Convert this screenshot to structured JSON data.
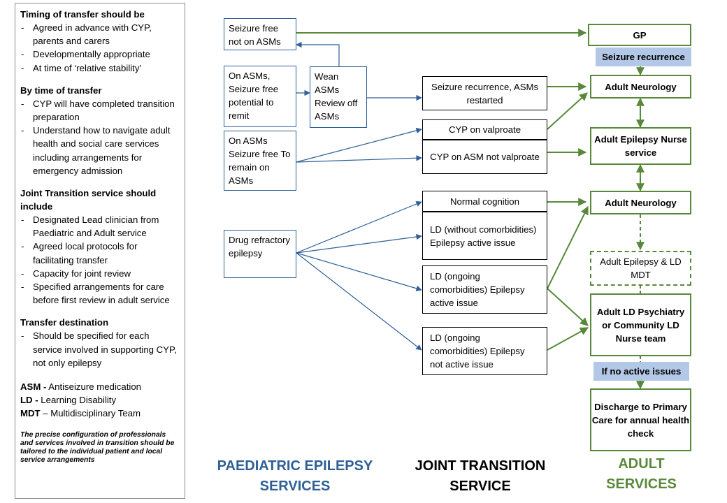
{
  "sidebar": {
    "timing": {
      "heading": "Timing of transfer should be",
      "items": [
        "Agreed in advance with CYP, parents and carers",
        "Developmentally appropriate",
        "At time of ‘relative stability’"
      ]
    },
    "by_time": {
      "heading": "By time of transfer",
      "items": [
        "CYP will have completed transition preparation",
        "Understand how to navigate adult health and social care services including arrangements for emergency admission"
      ]
    },
    "joint": {
      "heading": "Joint Transition service should include",
      "items": [
        "Designated Lead clinician from Paediatric and Adult service",
        "Agreed local protocols for facilitating transfer",
        "Capacity for joint review",
        "Specified arrangements for care before first review in adult service"
      ]
    },
    "destination": {
      "heading": "Transfer destination",
      "items": [
        "Should be specified for each service involved in supporting CYP, not only epilepsy"
      ]
    },
    "definitions": [
      {
        "abbr": "ASM -",
        "text": " Antiseizure medication"
      },
      {
        "abbr": "LD -",
        "text": " Learning Disability"
      },
      {
        "abbr": "MDT",
        "text": " – Multidisciplinary Team"
      }
    ],
    "note": "The precise configuration of professionals and services involved in transition should be tailored to the individual patient and local service arrangements"
  },
  "paediatric": {
    "seizure_free": "Seizure free not on ASMs",
    "potential_remit": "On ASMs, Seizure free potential to remit",
    "wean": "Wean ASMs Review off ASMs",
    "remain": "On ASMs Seizure free To remain on ASMs",
    "refractory": "Drug refractory epilepsy"
  },
  "joint": {
    "recurrence": "Seizure recurrence, ASMs restarted",
    "valproate": "CYP on valproate",
    "not_valproate": "CYP on ASM not valproate",
    "normal": "Normal cognition",
    "ld_no_comorb": "LD (without comorbidities) Epilepsy active issue",
    "ld_comorb_active": "LD (ongoing comorbidities) Epilepsy active issue",
    "ld_comorb_inactive": "LD (ongoing comorbidities) Epilepsy not active issue"
  },
  "adult": {
    "gp": "GP",
    "seizure_recurrence": "Seizure recurrence",
    "neurology1": "Adult Neurology",
    "nurse": "Adult Epilepsy Nurse service",
    "neurology2": "Adult Neurology",
    "mdt": "Adult Epilepsy & LD MDT",
    "psychiatry": "Adult LD Psychiatry or Community LD Nurse team",
    "no_active": "If no active issues",
    "discharge": "Discharge to Primary Care for annual health check"
  },
  "columns": {
    "paediatric": "PAEDIATRIC EPILEPSY SERVICES",
    "joint": "JOINT TRANSITION SERVICE",
    "adult": "ADULT SERVICES"
  },
  "colors": {
    "paediatric_blue": "#2e5f97",
    "adult_green": "#58893a",
    "label_fill": "#b3c7e6"
  }
}
